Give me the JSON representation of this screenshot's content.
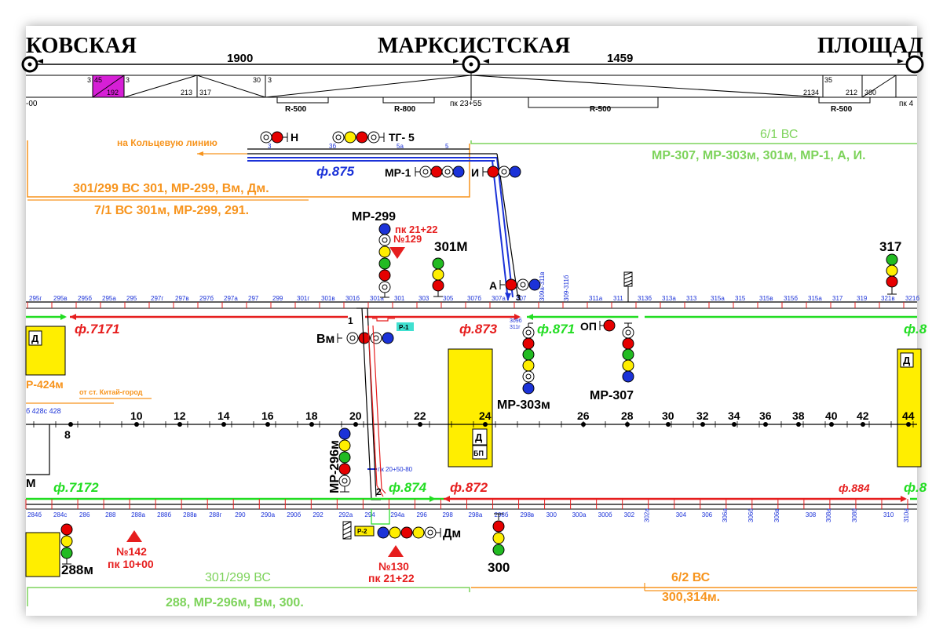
{
  "header": {
    "station_left": "КОВСКАЯ",
    "station_mid": "МАРКСИСТСКАЯ",
    "station_right": "ПЛОЩАД",
    "dist_left": "1900",
    "dist_right": "1459",
    "pk_center": "пк 23+55",
    "grad_cells": [
      "3",
      "45",
      "192",
      "3",
      "213",
      "317",
      "30",
      "3",
      "35",
      "2134",
      "212",
      "380"
    ],
    "radius": [
      "R-500",
      "R-800",
      "R-500",
      "R-500"
    ],
    "edge_left": "-00",
    "edge_right": "пк 4"
  },
  "routes": {
    "ring": "на Кольцевую линию",
    "ring_codes": [
      "3",
      "3б",
      "5а",
      "5"
    ],
    "tg5": "ТГ- 5",
    "n": "Н",
    "f875": "ф.875",
    "mr1": "МР-1",
    "i": "И",
    "bc61": "6/1 ВС",
    "bc61_list": "МР-307, МР-303м, 301м, МР-1, А, И.",
    "bc301_a": "301/299 ВС 301, МР-299, Вм, Дм.",
    "bc71": "7/1 ВС  301м, МР-299, 291."
  },
  "upper_track": {
    "labels": [
      "295г",
      "295в",
      "295б",
      "295а",
      "295",
      "297г",
      "297в",
      "297б",
      "297а",
      "297",
      "299",
      "301г",
      "301в",
      "301б",
      "301а",
      "301",
      "303",
      "305",
      "307б",
      "307а",
      "307",
      "309а-311в",
      "309-311б",
      "311а",
      "311",
      "313б",
      "313а",
      "313",
      "315а",
      "315",
      "315в",
      "315б",
      "315а",
      "317",
      "319",
      "321в",
      "321б"
    ],
    "f7171": "ф.7171",
    "f873": "ф.873",
    "f871": "ф.871",
    "f8": "ф.8",
    "sw1": "1",
    "p1": "Р-1",
    "d": "Д",
    "sig_309": "309б",
    "sig_311": "311г"
  },
  "signals": {
    "mr299": "МР-299",
    "pk2122_top": "пк 21+22",
    "n129": "№129",
    "s301m": "301М",
    "a": "А",
    "a3": "3",
    "s317": "317",
    "vm": "Вм",
    "op": "ОП",
    "mr303m": "МР-303м",
    "mr307": "МР-307",
    "mr296m": "МР-296м",
    "dm": "Дм",
    "s300": "300",
    "s288m": "288м",
    "n142": "№142",
    "pk1000": "пк 10+00",
    "n130": "№130",
    "pk2122_bot": "пк 21+22",
    "p2": "Р-2",
    "sw2": "2"
  },
  "middle": {
    "r424": "Р-424м",
    "kitai": "от ст. Китай-город",
    "pk205080": "пк 20+50-80",
    "codes_left": "б  428с 428",
    "stations": [
      "8",
      "10",
      "12",
      "14",
      "16",
      "18",
      "20",
      "22",
      "24",
      "26",
      "28",
      "30",
      "32",
      "34",
      "36",
      "38",
      "40",
      "42",
      "44"
    ],
    "d_label": "Д",
    "bp_label": "БП",
    "m": "М"
  },
  "lower_track": {
    "f7172": "ф.7172",
    "f874": "ф.874",
    "f872": "ф.872",
    "f884": "ф.884",
    "f8": "ф.8",
    "labels": [
      "284б",
      "284с",
      "286",
      "288",
      "288а",
      "288б",
      "288в",
      "288г",
      "290",
      "290а",
      "290б",
      "292",
      "292а",
      "294",
      "294а",
      "296",
      "298",
      "298а",
      "298б",
      "298в",
      "300",
      "300а",
      "300б",
      "302",
      "302а",
      "304",
      "306",
      "306а",
      "306б",
      "306в",
      "308",
      "308а",
      "308б",
      "310",
      "310а"
    ]
  },
  "bottom": {
    "bc301_b": "301/299 ВС",
    "bc288_list": "288, МР-296м, Вм, 300.",
    "bc62": "6/2 ВС",
    "bc62_list": "300,314м."
  }
}
